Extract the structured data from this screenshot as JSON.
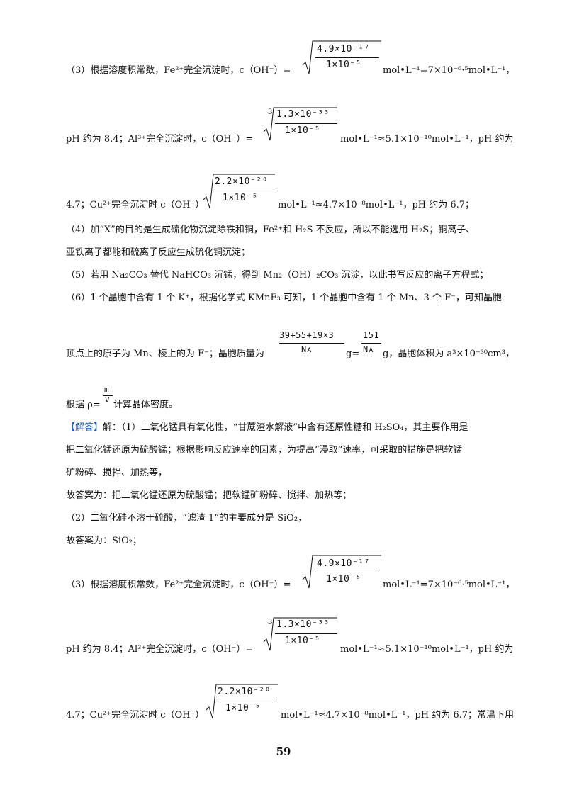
{
  "f1": {
    "num": "4.9×10⁻¹⁷",
    "den": "1×10⁻⁵"
  },
  "f2": {
    "idx": "3",
    "num": "1.3×10⁻³³",
    "den": "1×10⁻⁵"
  },
  "f3": {
    "num": "2.2×10⁻²⁰",
    "den": "1×10⁻⁵"
  },
  "f4": {
    "num": "39+55+19×3",
    "den": "Nᴀ"
  },
  "f5": {
    "num": "151",
    "den": "Nᴀ"
  },
  "f6": {
    "num": "m",
    "den": "V"
  },
  "lines": {
    "a1_pre": "（3）根据溶度积常数，Fe²⁺完全沉淀时，c（OH⁻）=",
    "a1_post": "mol•L⁻¹=7×10⁻⁶·⁵mol•L⁻¹，",
    "a2_pre": "pH 约为 8.4；Al³⁺完全沉淀时，c（OH⁻）=",
    "a2_post": "mol•L⁻¹≈5.1×10⁻¹⁰mol•L⁻¹，pH 约为",
    "a3_pre": "4.7；Cu²⁺完全沉淀时 c（OH⁻）",
    "a3_post": "mol•L⁻¹≈4.7×10⁻⁸mol•L⁻¹，pH 约为 6.7；",
    "l4": "（4）加“X”的目的是生成硫化物沉淀除铁和铜，Fe²⁺和 H₂S 不反应，所以不能选用 H₂S；铜离子、",
    "l5": "亚铁离子都能和硫离子反应生成硫化铜沉淀；",
    "l6": "（5）若用 Na₂CO₃ 替代 NaHCO₃ 沉锰，得到 Mn₂（OH）₂CO₃ 沉淀，以此书写反应的离子方程式；",
    "l7": "（6）1 个晶胞中含有 1 个 K⁺，根据化学式 KMnF₃ 可知，1 个晶胞中含有 1 个 Mn、3 个 F⁻，可知晶胞",
    "l8_pre": "顶点上的原子为 Mn、棱上的为 F⁻；晶胞质量为",
    "l8_mid": "g=",
    "l8_post": "g，晶胞体积为 a³×10⁻³⁰cm³，",
    "l9_pre": "根据 ρ=",
    "l9_post": "计算晶体密度。",
    "ans_tag": "【解答】",
    "ans_l1": "解：（1）二氧化锰具有氧化性，“甘蔗渣水解液”中含有还原性糖和 H₂SO₄，其主要作用是",
    "ans_l2": "把二氧化锰还原为硫酸锰；根据影响反应速率的因素，为提高“浸取”速率，可采取的措施是把软锰",
    "ans_l3": "矿粉碎、搅拌、加热等，",
    "ans_l4": "故答案为：把二氧化锰还原为硫酸锰；把软锰矿粉碎、搅拌、加热等；",
    "ans_l5": "（2）二氧化硅不溶于硫酸，“滤渣 1”的主要成分是 SiO₂，",
    "ans_l6": "故答案为：SiO₂；",
    "b1_pre": "（3）根据溶度积常数，Fe²⁺完全沉淀时，c（OH⁻）=",
    "b1_post": "mol•L⁻¹=7×10⁻⁶·⁵mol•L⁻¹，",
    "b2_pre": "pH 约为 8.4；Al³⁺完全沉淀时，c（OH⁻）=",
    "b2_post": "mol•L⁻¹≈5.1×10⁻¹⁰mol•L⁻¹，pH 约为",
    "b3_pre": "4.7；Cu²⁺完全沉淀时 c（OH⁻）",
    "b3_post": "mol•L⁻¹≈4.7×10⁻⁸mol•L⁻¹，pH 约为 6.7；常温下用"
  },
  "page_number": "59"
}
